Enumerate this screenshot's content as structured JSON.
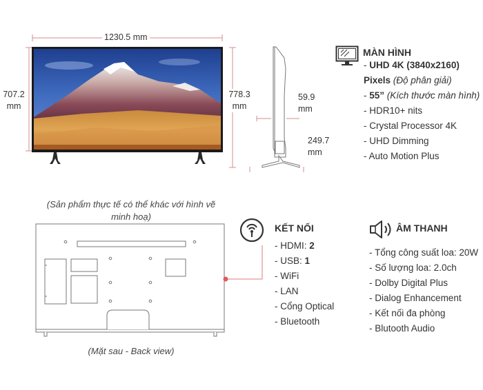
{
  "dimensions": {
    "width": "1230.5 mm",
    "screen_height_value": "707.2",
    "screen_height_unit": "mm",
    "total_height_value": "778.3",
    "total_height_unit": "mm",
    "depth_value": "59.9",
    "depth_unit": "mm",
    "stand_depth_value": "249.7",
    "stand_depth_unit": "mm"
  },
  "screen_section": {
    "title": "MÀN HÌNH",
    "resolution_prefix": "- ",
    "resolution_bold": "UHD 4K (3840x2160) Pixels",
    "resolution_italic": " (Độ phân giải)",
    "size_prefix": "- ",
    "size_bold": "55”",
    "size_italic": " (Kích thước màn hình)",
    "items": [
      "- HDR10+ nits",
      "- Crystal Processor 4K",
      "- UHD Dimming",
      "-  Auto Motion Plus"
    ]
  },
  "notes": {
    "product_disclaimer": "(Sản phẩm thực tế có thể khác với hình vẽ minh hoạ)",
    "back_view": "(Mặt sau - Back view)"
  },
  "connect_section": {
    "title": "KẾT NỐI",
    "hdmi_label": "- HDMI: ",
    "hdmi_value": "2",
    "usb_label": "- USB: ",
    "usb_value": "1",
    "items": [
      "- WiFi",
      "- LAN",
      "- Cổng Optical",
      "- Bluetooth"
    ]
  },
  "sound_section": {
    "title": "ÂM THANH",
    "items": [
      "- Tổng công suất loa: 20W",
      "- Số lượng loa: 2.0ch",
      "- Dolby Digital Plus",
      "- Dialog Enhancement",
      "- Kết nối đa phòng",
      "- Blutooth Audio"
    ]
  },
  "icons": {
    "monitor": "monitor-icon",
    "wireless": "wireless-signal-icon",
    "speaker": "speaker-icon"
  },
  "colors": {
    "dimension_line": "#d98b8b",
    "connector_dot": "#e05a5a",
    "outline": "#777777"
  }
}
